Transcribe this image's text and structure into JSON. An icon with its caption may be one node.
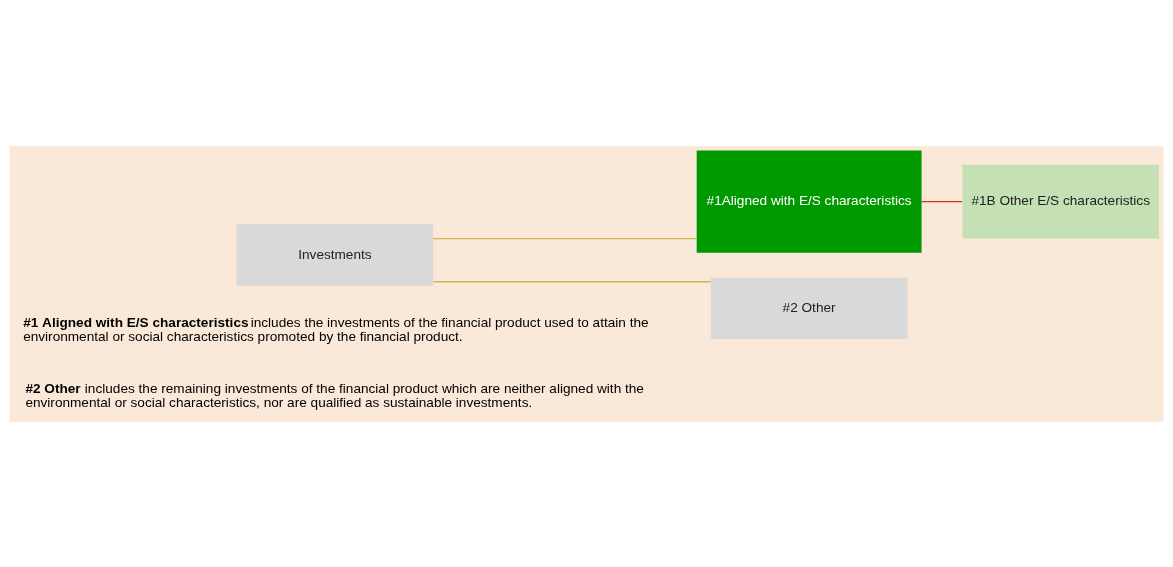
{
  "diagram": {
    "nodes": [
      {
        "text": [
          "Investments"
        ]
      },
      {
        "text": [
          "#1Aligned with E/S characteristics"
        ]
      },
      {
        "text": [
          "#1B Other E/S characteristics"
        ]
      },
      {
        "text": [
          "#2 Other"
        ]
      }
    ],
    "edges": [
      {
        "from": 0,
        "to": 1,
        "arrow": "none"
      },
      {
        "from": 0,
        "to": 3,
        "arrow": "none"
      },
      {
        "from": 1,
        "to": 2,
        "arrow": "none",
        "color": "#c0392b"
      }
    ],
    "labels": [
      "**#1 Aligned with E/S characteristics** includes the investments of the financial product used to attain the environmental or social characteristics promoted by the financial product.",
      "**#2 Other** includes the remaining investments of the financial product which are neither aligned with the environmental or social characteristics, nor are qualified as sustainable investments."
    ]
  }
}
